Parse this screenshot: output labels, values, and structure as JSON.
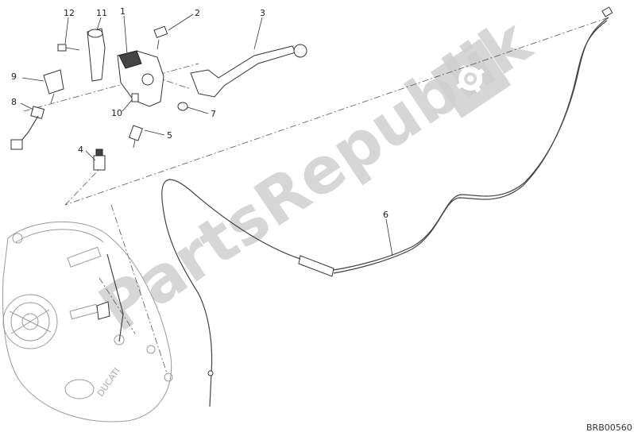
{
  "diagram": {
    "drawing_code": "BRB00560",
    "watermark": {
      "text": "PartsRepublik",
      "icon": "gear-icon"
    },
    "callouts": [
      {
        "id": "callout-1",
        "label": "1"
      },
      {
        "id": "callout-2",
        "label": "2"
      },
      {
        "id": "callout-3",
        "label": "3"
      },
      {
        "id": "callout-4",
        "label": "4"
      },
      {
        "id": "callout-5",
        "label": "5"
      },
      {
        "id": "callout-6",
        "label": "6"
      },
      {
        "id": "callout-7",
        "label": "7"
      },
      {
        "id": "callout-8",
        "label": "8"
      },
      {
        "id": "callout-9",
        "label": "9"
      },
      {
        "id": "callout-10",
        "label": "10"
      },
      {
        "id": "callout-11",
        "label": "11"
      },
      {
        "id": "callout-12",
        "label": "12"
      }
    ],
    "engine_cover_logo": "DUCATI"
  }
}
